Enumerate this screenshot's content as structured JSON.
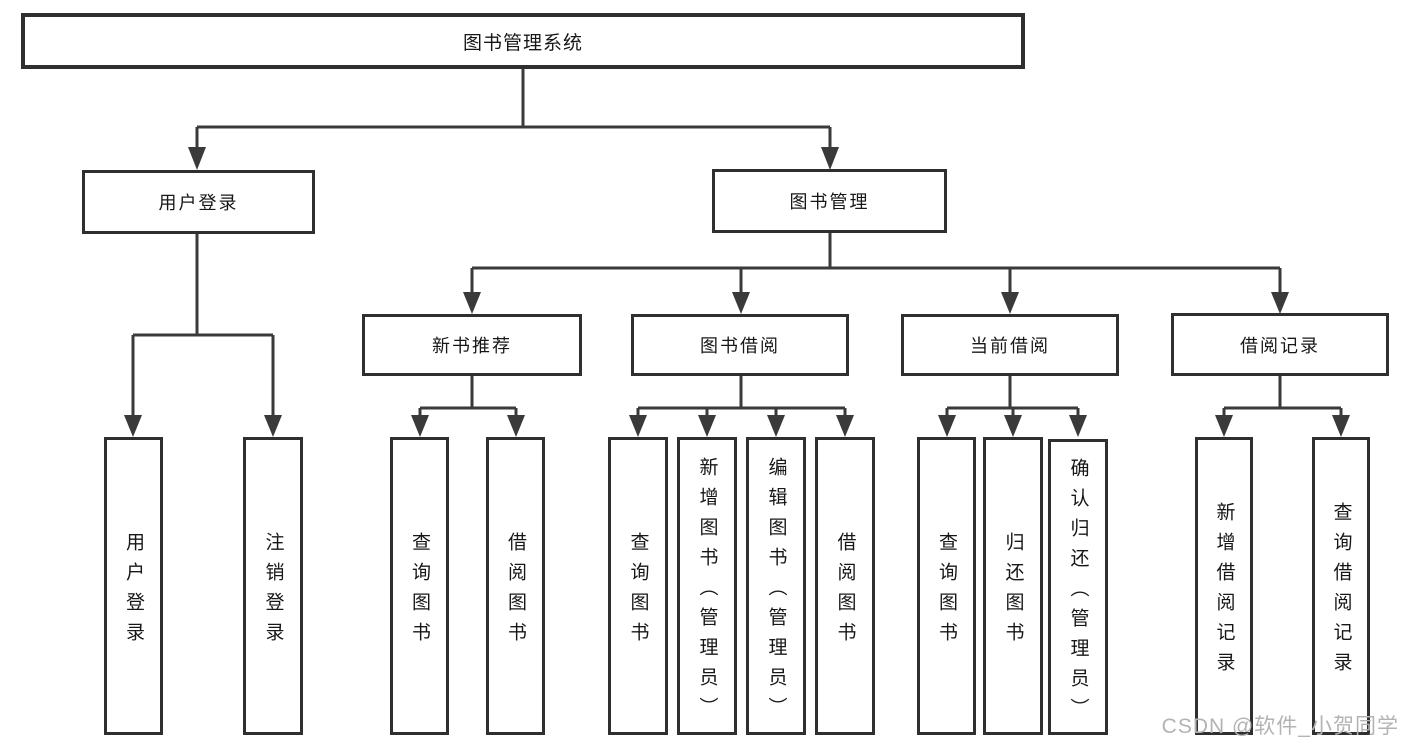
{
  "tree": {
    "root": {
      "label": "图书管理系统",
      "children": [
        {
          "label": "用户登录",
          "children": [
            {
              "label": "用户登录"
            },
            {
              "label": "注销登录"
            }
          ]
        },
        {
          "label": "图书管理",
          "children": [
            {
              "label": "新书推荐",
              "children": [
                {
                  "label": "查询图书"
                },
                {
                  "label": "借阅图书"
                }
              ]
            },
            {
              "label": "图书借阅",
              "children": [
                {
                  "label": "查询图书"
                },
                {
                  "label": "新增图书（管理员）"
                },
                {
                  "label": "编辑图书（管理员）"
                },
                {
                  "label": "借阅图书"
                }
              ]
            },
            {
              "label": "当前借阅",
              "children": [
                {
                  "label": "查询图书"
                },
                {
                  "label": "归还图书"
                },
                {
                  "label": "确认归还（管理员）"
                }
              ]
            },
            {
              "label": "借阅记录",
              "children": [
                {
                  "label": "新增借阅记录"
                },
                {
                  "label": "查询借阅记录"
                }
              ]
            }
          ]
        }
      ]
    }
  },
  "watermark": {
    "text": "CSDN @软件_小贺同学"
  },
  "colors": {
    "line": "#3a3a3a",
    "box_border": "#2f2f2f",
    "text": "#171717",
    "watermark": "#b3b3b3"
  }
}
